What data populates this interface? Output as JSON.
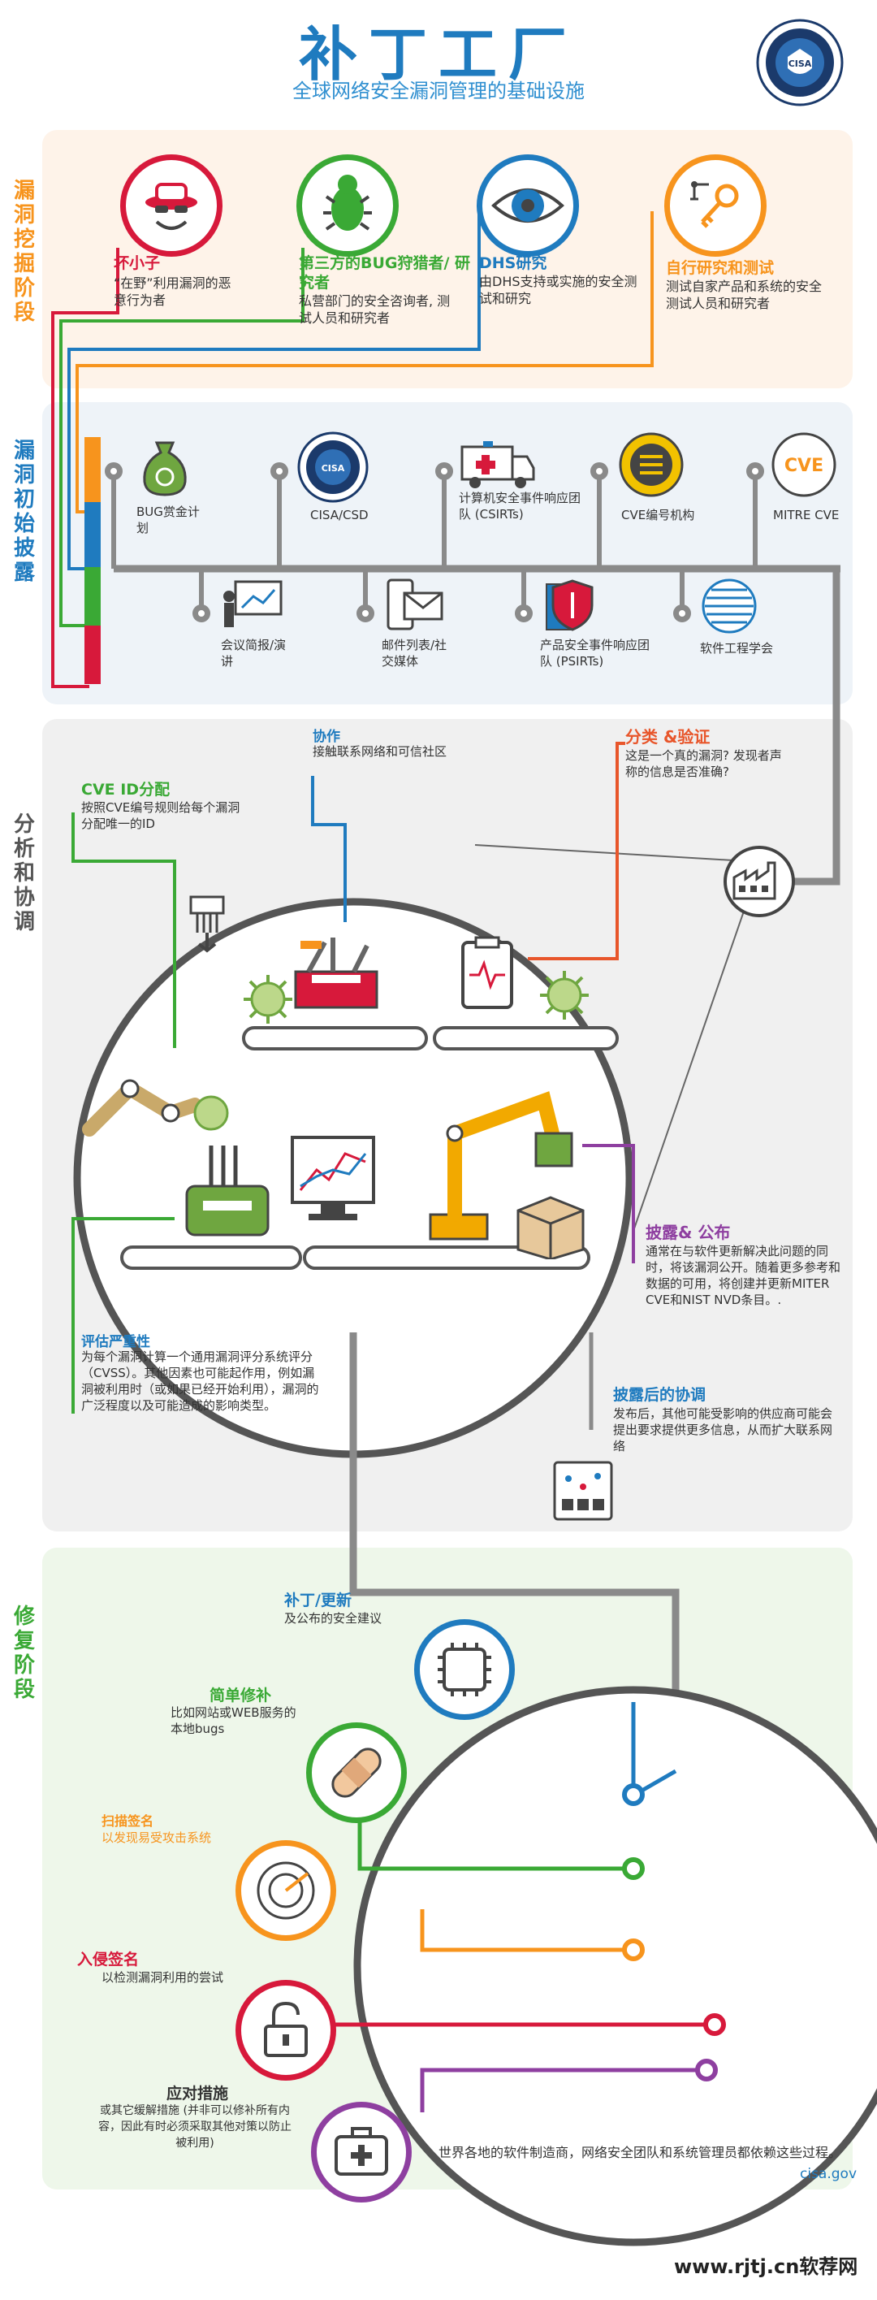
{
  "header": {
    "title": "补丁工厂",
    "subtitle": "全球网络安全漏洞管理的基础设施"
  },
  "colors": {
    "orange": "#f7941d",
    "blue": "#1f7bbf",
    "green": "#3aa935",
    "red": "#d7193b",
    "purple": "#8e3fa0",
    "gray": "#8a8a8a"
  },
  "stages": {
    "discovery": "漏洞挖掘阶段",
    "disclosure": "漏洞初始披露",
    "analysis": "分析和协调",
    "fix": "修复阶段"
  },
  "discovery_items": [
    {
      "title": "坏小子",
      "desc": "“在野”利用漏洞的恶意行为者"
    },
    {
      "title": "第三方的BUG狩猎者/ 研究者",
      "desc": "私营部门的安全咨询者, 测试人员和研究者"
    },
    {
      "title": "DHS研究",
      "desc": "由DHS支持或实施的安全测试和研究"
    },
    {
      "title": "自行研究和测试",
      "desc": "测试自家产品和系统的安全测试人员和研究者"
    }
  ],
  "disclosure_top": [
    "BUG赏金计划",
    "CISA/CSD",
    "计算机安全事件响应团队 (CSIRTs)",
    "CVE编号机构",
    "MITRE CVE"
  ],
  "disclosure_bottom": [
    "会议简报/演讲",
    "邮件列表/社交媒体",
    "产品安全事件响应团队 (PSIRTs)",
    "软件工程学会"
  ],
  "analysis": {
    "collab": {
      "title": "协作",
      "desc": "接触联系网络和可信社区"
    },
    "classify": {
      "title": "分类 &验证",
      "desc": "这是一个真的漏洞? 发现者声称的信息是否准确?"
    },
    "cve": {
      "title": "CVE ID分配",
      "desc": "按照CVE编号规则给每个漏洞分配唯一的ID"
    },
    "severity": {
      "title": "评估严重性",
      "desc": "为每个漏洞计算一个通用漏洞评分系统评分（CVSS）。其他因素也可能起作用，例如漏洞被利用时（或如果已经开始利用），漏洞的广泛程度以及可能造成的影响类型。"
    },
    "publish": {
      "title": "披露& 公布",
      "desc": "通常在与软件更新解决此问题的同时，将该漏洞公开。随着更多参考和数据的可用，将创建并更新MITER CVE和NIST NVD条目。."
    },
    "post": {
      "title": "披露后的协调",
      "desc": "发布后，其他可能受影响的供应商可能会提出要求提供更多信息，从而扩大联系网络"
    }
  },
  "fix_items": [
    {
      "title": "补丁/更新",
      "desc": "及公布的安全建议"
    },
    {
      "title": "简单修补",
      "desc": "比如网站或WEB服务的本地bugs"
    },
    {
      "title": "扫描签名",
      "desc": "以发现易受攻击系统"
    },
    {
      "title": "入侵签名",
      "desc": "以检测漏洞利用的尝试"
    },
    {
      "title": "应对措施",
      "desc": "或其它缓解措施 (并非可以修补所有内容，因此有时必须采取其他对策以防止被利用)"
    }
  ],
  "footer": {
    "text": "世界各地的软件制造商，网络安全团队和系统管理员都依赖这些过程。",
    "site": "cisa.gov",
    "watermark": "www.rjtj.cn软荐网"
  },
  "icons": {
    "badguy": "spy-icon",
    "bug": "bug-icon",
    "eye": "eye-icon",
    "key": "key-circuit-icon",
    "seal": "cisa-seal-icon"
  }
}
